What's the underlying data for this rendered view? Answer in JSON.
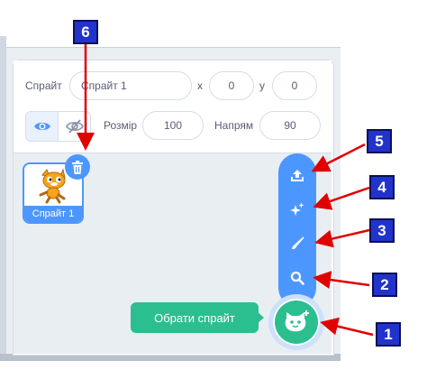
{
  "sprite_info": {
    "sprite_label": "Спрайт",
    "sprite_name": "Спрайт 1",
    "x_label": "x",
    "x_value": "0",
    "y_label": "y",
    "y_value": "0",
    "size_label": "Розмір",
    "size_value": "100",
    "direction_label": "Напрям",
    "direction_value": "90"
  },
  "sprites": [
    {
      "name": "Спрайт 1",
      "selected": true
    }
  ],
  "choose_sprite": {
    "tooltip": "Обрати спрайт",
    "menu_icons": [
      "upload-icon",
      "surprise-icon",
      "paint-icon",
      "search-icon"
    ],
    "main_icon": "cat-add-icon"
  },
  "callouts": [
    "1",
    "2",
    "3",
    "4",
    "5",
    "6"
  ],
  "colors": {
    "scratch_blue": "#4c97ff",
    "choose_green": "#2bbf8f",
    "callout_blue": "#2233cc",
    "arrow_red": "#e00000"
  }
}
